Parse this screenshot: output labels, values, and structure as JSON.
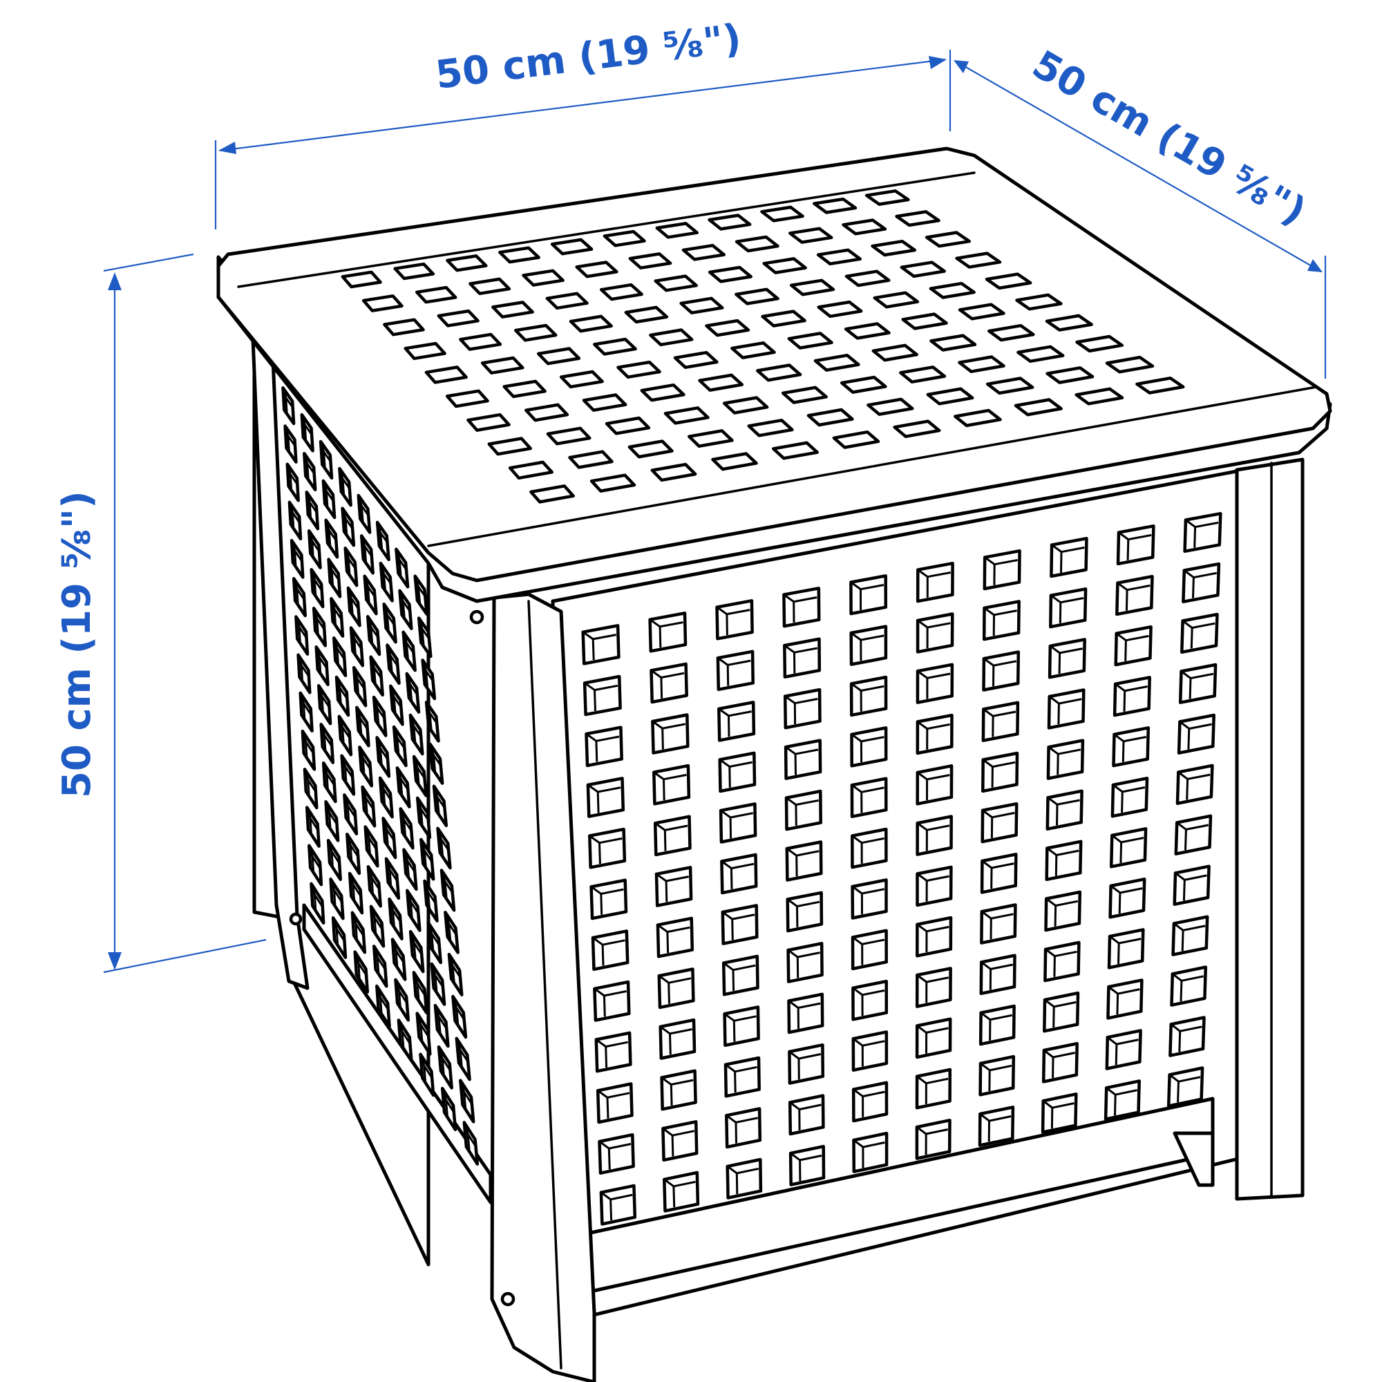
{
  "colors": {
    "dimension": "#1f5bc4",
    "outline": "#000000",
    "fill": "#ffffff"
  },
  "dimensions": {
    "width": "50 cm (19 ⁵⁄₈\")",
    "depth": "50 cm (19 ⁵⁄₈\")",
    "height": "50 cm (19 ⁵⁄₈\")"
  }
}
